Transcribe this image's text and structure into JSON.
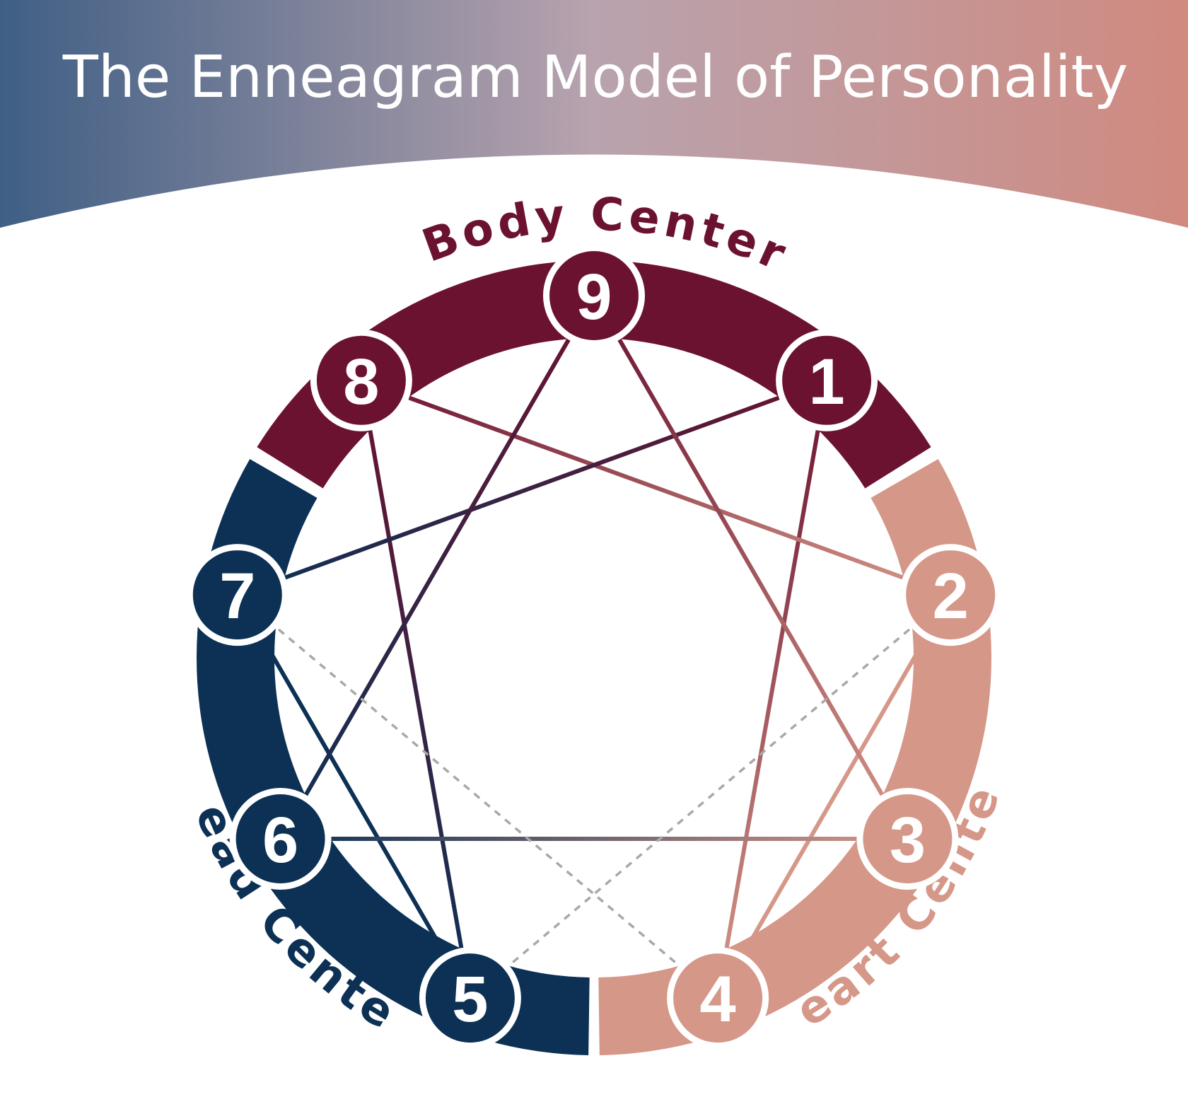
{
  "title": "The Enneagram Model of Personality",
  "centers": {
    "body": {
      "label": "Body Center",
      "color": "#6b1230"
    },
    "heart": {
      "label": "Heart Center",
      "color": "#d59788"
    },
    "head": {
      "label": "Head Center",
      "color": "#0c3155"
    }
  },
  "header_gradient": [
    "#3f5f85",
    "#b8a3ae",
    "#d08a80"
  ],
  "dashed_color": "#a8a8a8",
  "nodes": [
    {
      "number": "1",
      "center": "body"
    },
    {
      "number": "2",
      "center": "heart"
    },
    {
      "number": "3",
      "center": "heart"
    },
    {
      "number": "4",
      "center": "heart"
    },
    {
      "number": "5",
      "center": "head"
    },
    {
      "number": "6",
      "center": "head"
    },
    {
      "number": "7",
      "center": "head"
    },
    {
      "number": "8",
      "center": "body"
    },
    {
      "number": "9",
      "center": "body"
    }
  ],
  "connections": [
    [
      "1",
      "4"
    ],
    [
      "4",
      "2"
    ],
    [
      "2",
      "8"
    ],
    [
      "8",
      "5"
    ],
    [
      "5",
      "7"
    ],
    [
      "7",
      "1"
    ],
    [
      "9",
      "3"
    ],
    [
      "3",
      "6"
    ],
    [
      "6",
      "9"
    ]
  ],
  "dashed_connections": [
    [
      "7",
      "4"
    ],
    [
      "2",
      "5"
    ]
  ]
}
